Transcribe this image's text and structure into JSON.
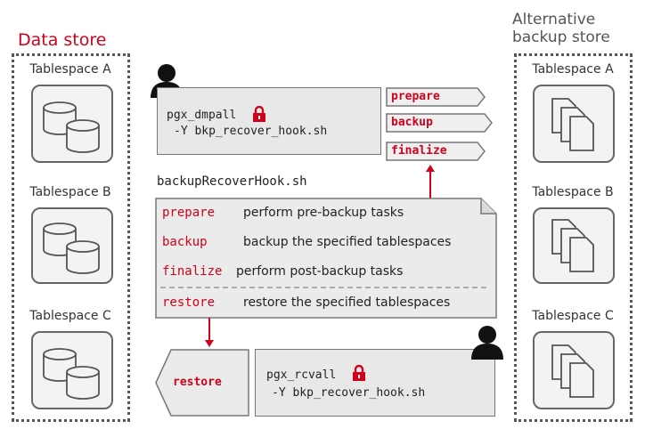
{
  "left_store": {
    "title": "Data store"
  },
  "right_store": {
    "title_line1": "Alternative",
    "title_line2": "backup store"
  },
  "tablespaces": [
    "Tablespace A",
    "Tablespace B",
    "Tablespace C"
  ],
  "dmpall": {
    "cmd_line1": "pgx_dmpall",
    "cmd_line2": "-Y bkp_recover_hook.sh"
  },
  "stages": [
    "prepare",
    "backup",
    "finalize"
  ],
  "hook_file": {
    "name": "backupRecoverHook.sh",
    "rows": [
      {
        "kw": "prepare",
        "desc": "perform pre-backup tasks"
      },
      {
        "kw": "backup",
        "desc": "backup the specified tablespaces"
      },
      {
        "kw": "finalize",
        "desc": "perform post-backup tasks"
      },
      {
        "kw": "restore",
        "desc": "restore the specified tablespaces"
      }
    ]
  },
  "restore_arrow": {
    "label": "restore"
  },
  "rcvall": {
    "cmd_line1": "pgx_rcvall",
    "cmd_line2": "-Y bkp_recover_hook.sh"
  },
  "colors": {
    "accent_red": "#d0021b",
    "box_fill": "#e8e8e8",
    "dotted_border": "#555555"
  },
  "icons": [
    "user-icon",
    "lock-icon",
    "database-icon",
    "document-stack-icon"
  ]
}
